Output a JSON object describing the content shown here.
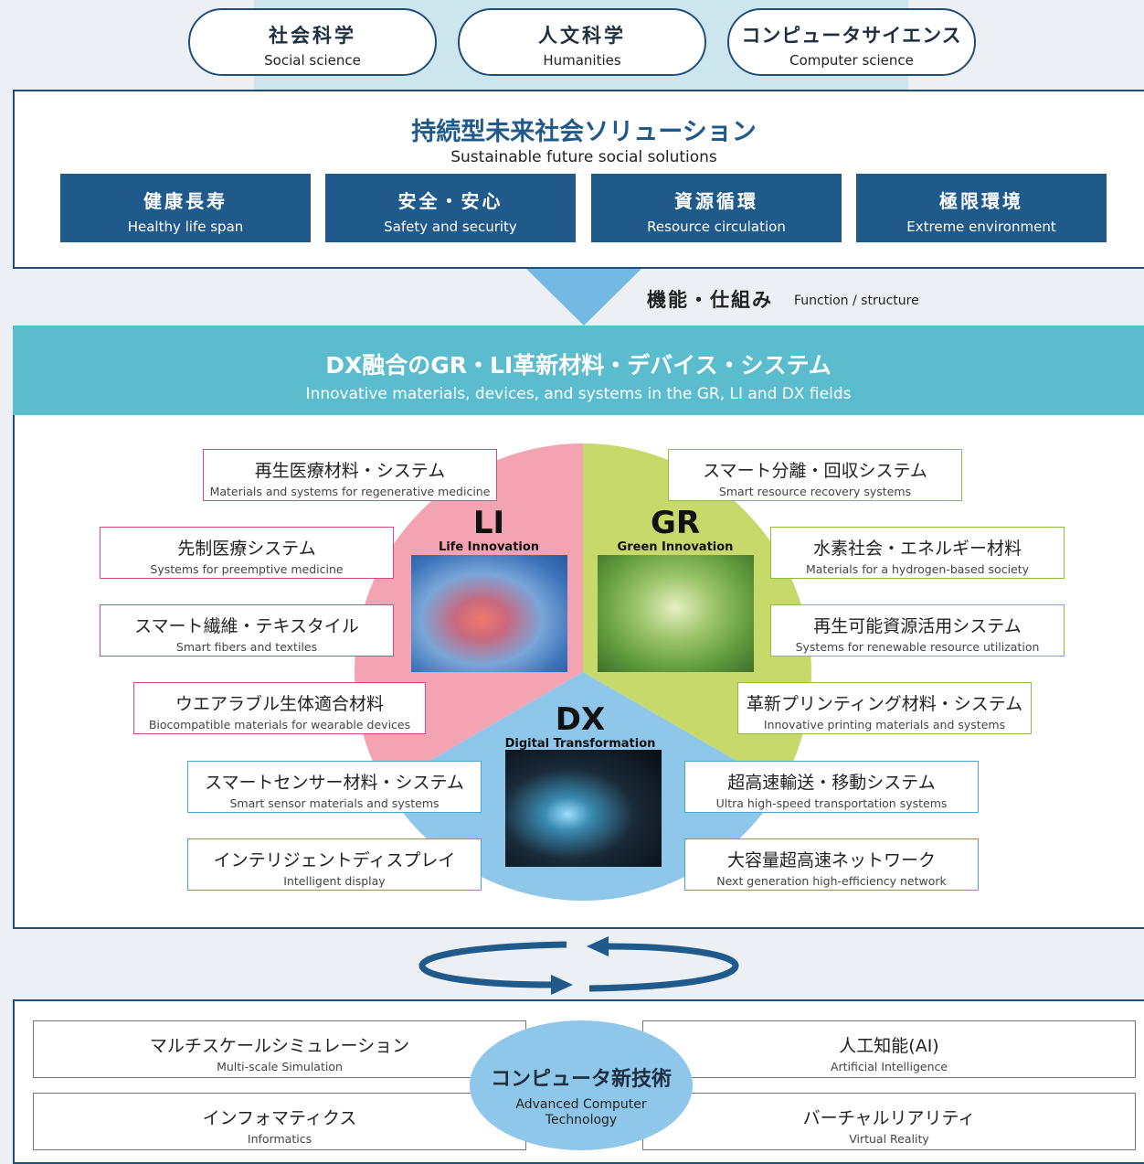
{
  "disciplines": [
    {
      "jp": "社会科学",
      "en": "Social science"
    },
    {
      "jp": "人文科学",
      "en": "Humanities"
    },
    {
      "jp": "コンピュータサイエンス",
      "en": "Computer science"
    }
  ],
  "solutions": {
    "title_jp": "持続型未来社会ソリューション",
    "title_en": "Sustainable future social solutions",
    "items": [
      {
        "jp": "健康長寿",
        "en": "Healthy life span"
      },
      {
        "jp": "安全・安心",
        "en": "Safety and security"
      },
      {
        "jp": "資源循環",
        "en": "Resource circulation"
      },
      {
        "jp": "極限環境",
        "en": "Extreme environment"
      }
    ]
  },
  "function": {
    "jp": "機能・仕組み",
    "en": "Function / structure"
  },
  "innovation": {
    "title_jp": "DX融合のGR・LI革新材料・デバイス・システム",
    "title_en": "Innovative materials, devices, and systems in the GR, LI and DX fields",
    "li": {
      "abbr": "LI",
      "name": "Life Innovation"
    },
    "gr": {
      "abbr": "GR",
      "name": "Green Innovation"
    },
    "dx": {
      "abbr": "DX",
      "name": "Digital Transformation"
    },
    "li_items": [
      {
        "jp": "再生医療材料・システム",
        "en": "Materials and systems for regenerative medicine"
      },
      {
        "jp": "先制医療システム",
        "en": "Systems for preemptive medicine"
      },
      {
        "jp": "スマート繊維・テキスタイル",
        "en": "Smart fibers and textiles"
      },
      {
        "jp": "ウエアラブル生体適合材料",
        "en": "Biocompatible materials for wearable devices"
      }
    ],
    "gr_items": [
      {
        "jp": "スマート分離・回収システム",
        "en": "Smart resource recovery systems"
      },
      {
        "jp": "水素社会・エネルギー材料",
        "en": "Materials for a hydrogen-based society"
      },
      {
        "jp": "再生可能資源活用システム",
        "en": "Systems for renewable resource utilization"
      },
      {
        "jp": "革新プリンティング材料・システム",
        "en": "Innovative printing materials and systems"
      }
    ],
    "dx_items": [
      {
        "jp": "スマートセンサー材料・システム",
        "en": "Smart sensor materials and systems"
      },
      {
        "jp": "インテリジェントディスプレイ",
        "en": "Intelligent display"
      },
      {
        "jp": "超高速輸送・移動システム",
        "en": "Ultra high-speed transportation systems"
      },
      {
        "jp": "大容量超高速ネットワーク",
        "en": "Next generation high-efficiency network"
      }
    ]
  },
  "technology": {
    "center_jp": "コンピュータ新技術",
    "center_en": "Advanced Computer Technology",
    "items": [
      {
        "jp": "マルチスケールシミュレーション",
        "en": "Multi-scale Simulation"
      },
      {
        "jp": "人工知能(AI)",
        "en": "Artificial Intelligence"
      },
      {
        "jp": "インフォマティクス",
        "en": "Informatics"
      },
      {
        "jp": "バーチャルリアリティ",
        "en": "Virtual Reality"
      }
    ]
  },
  "colors": {
    "navy": "#1f5a8a",
    "teal": "#5bbccd",
    "li": "#f4a3b3",
    "gr": "#c6d96a",
    "dx": "#8ec7ea"
  }
}
